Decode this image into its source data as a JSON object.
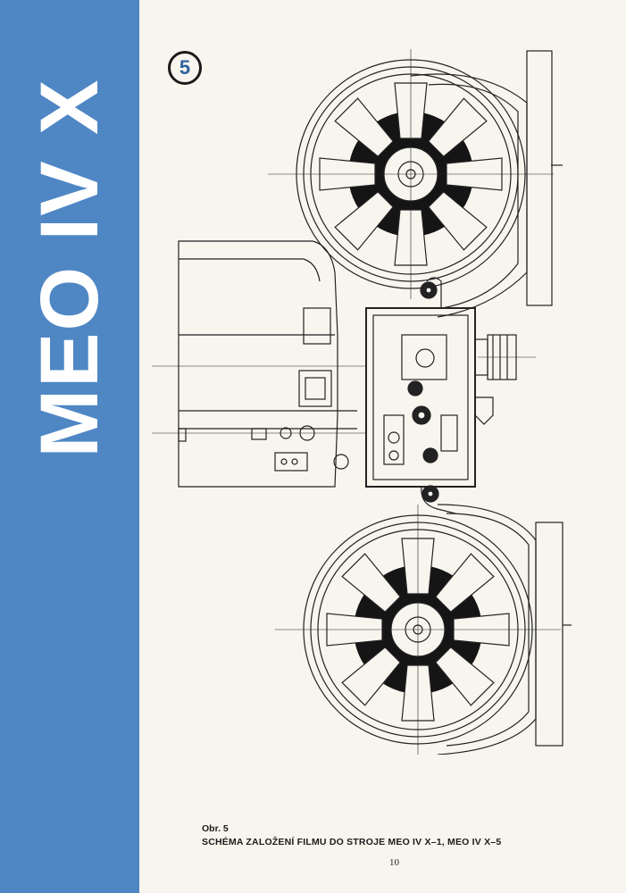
{
  "spine": {
    "title": "MEO IV X",
    "color": "#4f87c4"
  },
  "badge": {
    "number": "5"
  },
  "caption": {
    "label": "Obr. 5",
    "text": "SCHÉMA ZALOŽENÍ FILMU DO STROJE MEO IV X–1, MEO IV X–5"
  },
  "page_number": "10"
}
